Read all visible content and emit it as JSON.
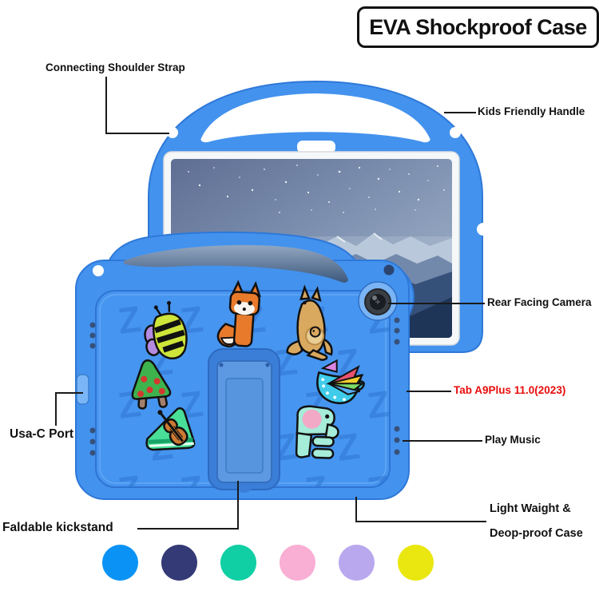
{
  "title": "EVA Shockproof Case",
  "labels": {
    "shoulder_strap": "Connecting Shoulder Strap",
    "kids_handle": "Kids Friendly Handle",
    "rear_camera": "Rear Facing Camera",
    "model": "Tab A9Plus 11.0(2023)",
    "play_music": "Play Music",
    "light_weight_line1": "Light Waight &",
    "light_weight_line2": "Deop-proof Case",
    "usb_port": "Usa-C Port",
    "kickstand": "Faldable kickstand"
  },
  "colors": {
    "model_label_red": "#e80c0c",
    "case_blue": "#4392ee",
    "outline": "#1a1a1a"
  },
  "case": {
    "pattern_glyph": "Z",
    "charms": [
      "bee",
      "fox",
      "kangaroo",
      "tree",
      "teacup",
      "guitar",
      "elephant"
    ]
  },
  "swatches": [
    {
      "name": "blue",
      "hex": "#0a93f5"
    },
    {
      "name": "navy",
      "hex": "#333a75"
    },
    {
      "name": "mint",
      "hex": "#10cfa4"
    },
    {
      "name": "pink",
      "hex": "#f9aed4"
    },
    {
      "name": "lavender",
      "hex": "#b9a8ee"
    },
    {
      "name": "yellow",
      "hex": "#e9e70f"
    }
  ]
}
